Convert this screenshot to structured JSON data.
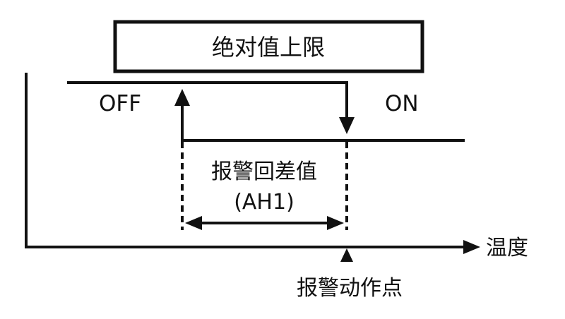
{
  "title": "绝对值上限",
  "state_off": "OFF",
  "state_on": "ON",
  "hysteresis_label": "报警回差值",
  "hysteresis_code": "(AH1)",
  "x_axis_label": "温度",
  "action_point_label": "报警动作点",
  "colors": {
    "line": "#111111",
    "background": "#ffffff"
  }
}
